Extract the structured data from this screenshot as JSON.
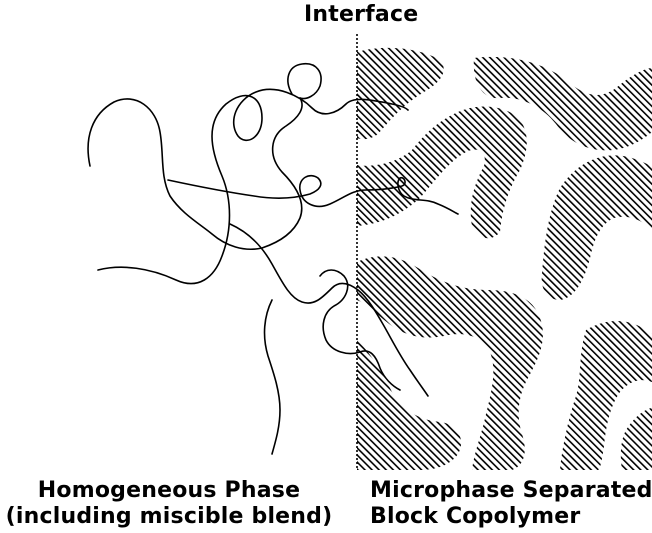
{
  "diagram": {
    "interface_label": "Interface",
    "left_caption": {
      "line1": "Homogeneous Phase",
      "line2": "(including miscible blend)"
    },
    "right_caption": {
      "line1": "Microphase Separated",
      "line2": "Block Copolymer"
    },
    "colors": {
      "ink": "#000000",
      "background": "#ffffff"
    }
  }
}
